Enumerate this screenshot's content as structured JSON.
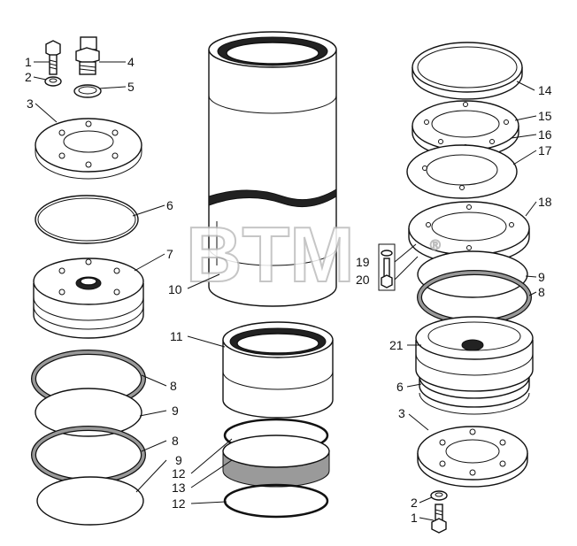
{
  "watermark": {
    "text": "BTM",
    "mark": "®"
  },
  "labels": {
    "l1a": "1",
    "l2a": "2",
    "l3a": "3",
    "l4": "4",
    "l5": "5",
    "l6a": "6",
    "l7": "7",
    "l8a": "8",
    "l9a": "9",
    "l8b": "8",
    "l9b": "9",
    "l10": "10",
    "l11": "11",
    "l12a": "12",
    "l13": "13",
    "l12b": "12",
    "l14": "14",
    "l15": "15",
    "l16": "16",
    "l17": "17",
    "l18": "18",
    "l19": "19",
    "l20": "20",
    "l9c": "9",
    "l8c": "8",
    "l21": "21",
    "l6b": "6",
    "l3b": "3",
    "l2b": "2",
    "l1b": "1"
  }
}
